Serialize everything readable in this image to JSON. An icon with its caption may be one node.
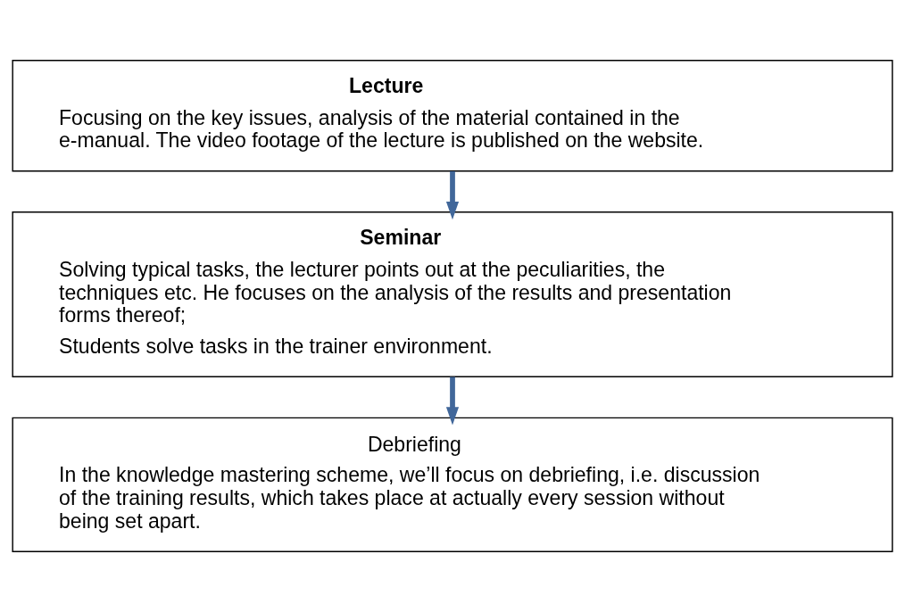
{
  "diagram": {
    "nodes": [
      {
        "text": [
          "Lecture",
          "Focusing on the key issues, analysis of the material contained in the e-manual. The video footage of the lecture is published on the website."
        ]
      },
      {
        "text": [
          "Seminar",
          "Solving typical tasks, the lecturer points out at the peculiarities, the techniques etc. He focuses on the analysis of the results and presentation forms thereof;",
          "Students solve tasks in the trainer environment."
        ]
      },
      {
        "text": [
          "Debriefing",
          "In the knowledge mastering scheme, we’ll focus on debriefing, i.e. discussion of the training results, which takes place at actually every session without being set apart."
        ]
      }
    ],
    "edges": [
      {
        "from": 0,
        "to": 1,
        "arrow": "to"
      },
      {
        "from": 1,
        "to": 2,
        "arrow": "to"
      }
    ]
  }
}
